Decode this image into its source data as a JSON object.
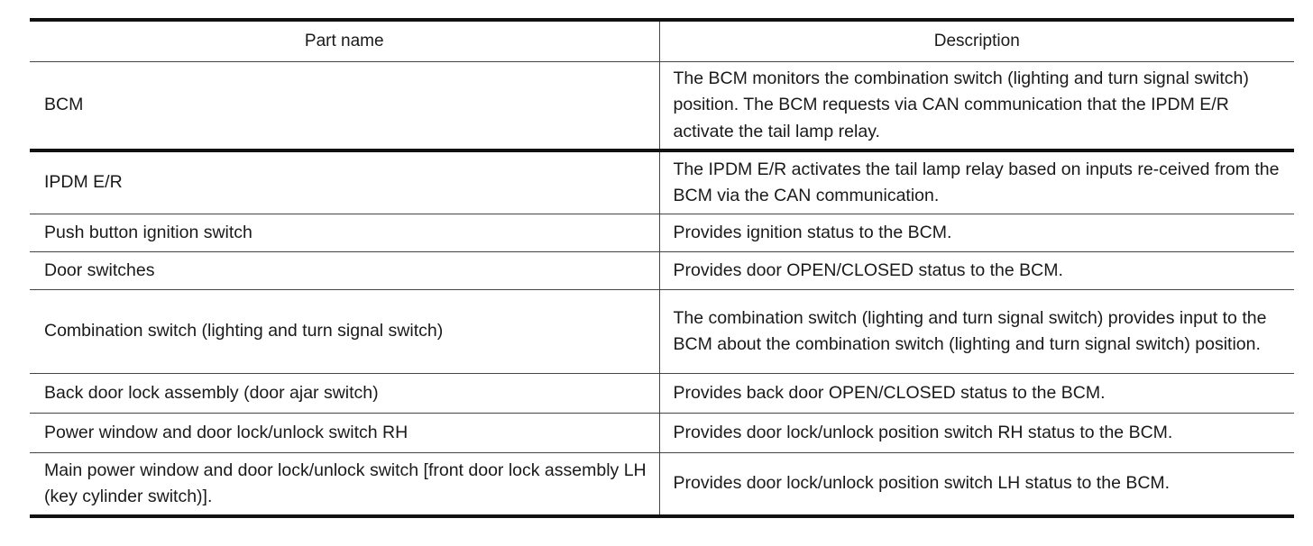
{
  "table": {
    "headers": [
      "Part name",
      "Description"
    ],
    "rows": [
      {
        "part": "BCM",
        "description": "The BCM monitors the combination switch (lighting and turn signal switch) position. The BCM requests via CAN communication that the IPDM E/R activate the tail lamp relay."
      },
      {
        "part": "IPDM E/R",
        "description": "The IPDM E/R activates the tail lamp relay based on inputs re-ceived from the BCM via the CAN communication."
      },
      {
        "part": "Push button ignition switch",
        "description": "Provides ignition status to the BCM."
      },
      {
        "part": "Door switches",
        "description": "Provides door OPEN/CLOSED status to the BCM."
      },
      {
        "part": "Combination switch (lighting and turn signal switch)",
        "description": "The combination switch (lighting and turn signal switch) provides input to the BCM about the combination switch (lighting and turn signal switch) position."
      },
      {
        "part": "Back door lock assembly (door ajar switch)",
        "description": "Provides back door OPEN/CLOSED status to the BCM."
      },
      {
        "part": "Power window and door lock/unlock switch RH",
        "description": "Provides door lock/unlock position switch RH status to the BCM."
      },
      {
        "part": "Main power window and door lock/unlock switch [front door lock assembly LH (key cylinder switch)].",
        "description": "Provides door lock/unlock position switch LH status to the BCM."
      }
    ]
  }
}
